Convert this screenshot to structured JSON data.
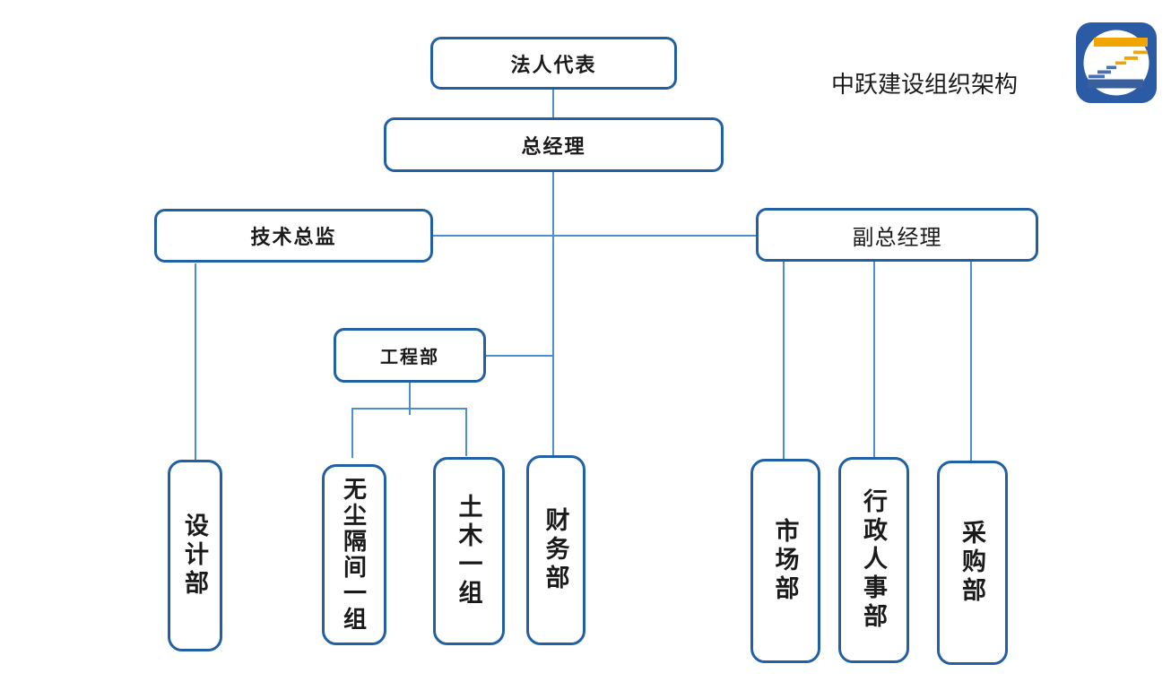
{
  "header": {
    "title": "中跃建设组织架构"
  },
  "logo": {
    "name": "zhongyue-z-stairs-logo",
    "colors": {
      "background": "#2B5BA5",
      "circle": "#FFFFFF",
      "top_bar": "#F0A500",
      "bottom_bar": "#3A5F9F",
      "step_yellow": "#F0A500",
      "step_blue": "#4A6FB5"
    }
  },
  "colors": {
    "node_border": "#2160A5",
    "connector": "#4A8FD4",
    "text": "#1A1A1A",
    "background": "#FFFFFF"
  },
  "org": {
    "legal_representative": "法人代表",
    "general_manager": "总经理",
    "technical_director": "技术总监",
    "deputy_general_manager": "副总经理",
    "engineering_dept": "工程部",
    "design_dept": "设计部",
    "dust_free_partition_group_1": "无尘隔间一组",
    "civil_group_1": "土木一组",
    "finance_dept": "财务部",
    "marketing_dept": "市场部",
    "admin_hr_dept": "行政人事部",
    "procurement_dept": "采购部"
  }
}
